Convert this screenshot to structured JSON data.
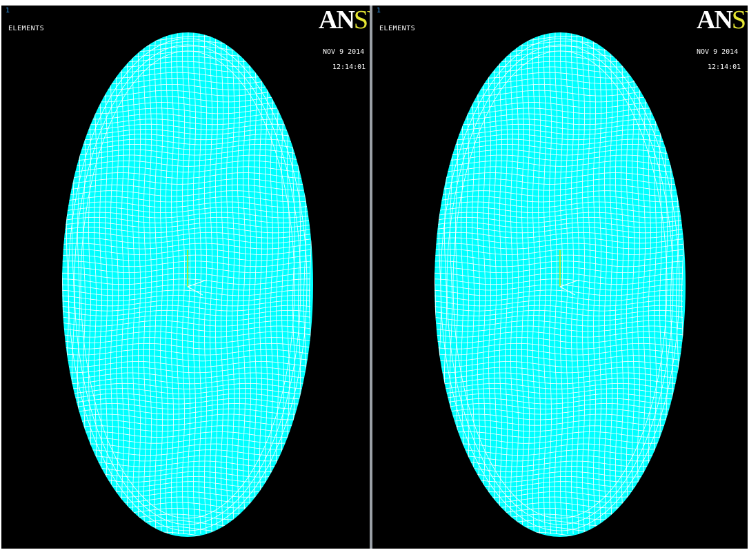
{
  "left_viewport": {
    "window_number": "1",
    "plot_label": "ELEMENTS",
    "logo_primary": "AN",
    "logo_secondary": "SYS",
    "date": "NOV  9 2014",
    "time": "12:14:01"
  },
  "right_viewport": {
    "window_number": "1",
    "plot_label": "ELEMENTS",
    "logo_primary": "AN",
    "logo_secondary": "SYS",
    "date": "NOV  9 2014",
    "time": "12:14:01"
  },
  "colors": {
    "background": "#000000",
    "element_fill": "#00ffff",
    "mesh_lines": "#ffffff",
    "logo_sys": "#e6e633",
    "triad_y": "#c8e600",
    "triad_x": "#ffffff"
  },
  "icons": [
    "coordinate-triad-icon"
  ]
}
